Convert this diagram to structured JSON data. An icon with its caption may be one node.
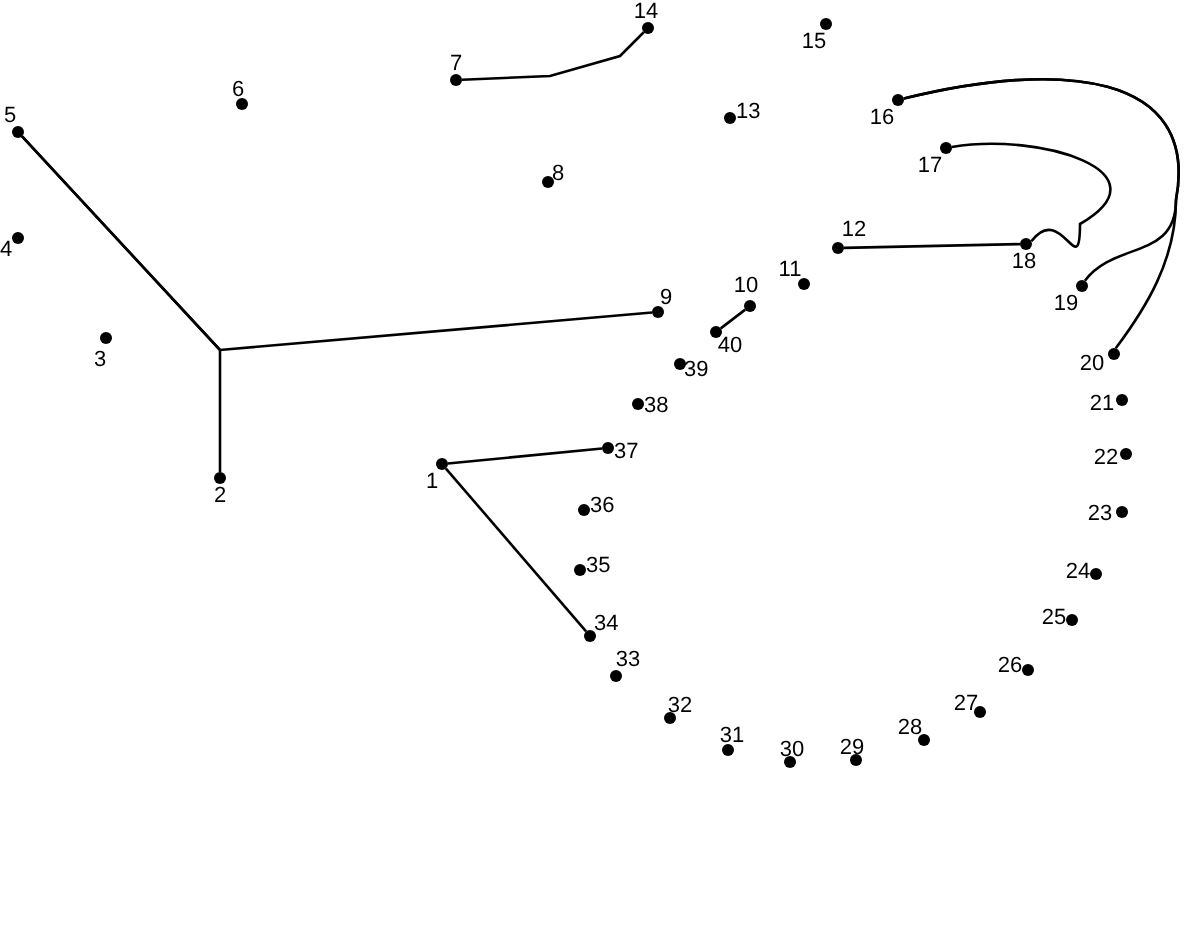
{
  "diagram": {
    "nodes": [
      {
        "text": [
          "1"
        ]
      },
      {
        "text": [
          "2"
        ]
      },
      {
        "text": [
          "3"
        ]
      },
      {
        "text": [
          "4"
        ]
      },
      {
        "text": [
          "5"
        ]
      },
      {
        "text": [
          "6"
        ]
      },
      {
        "text": [
          "7"
        ]
      },
      {
        "text": [
          "8"
        ]
      },
      {
        "text": [
          "9"
        ]
      },
      {
        "text": [
          "10"
        ]
      },
      {
        "text": [
          "11"
        ]
      },
      {
        "text": [
          "12"
        ]
      },
      {
        "text": [
          "13"
        ]
      },
      {
        "text": [
          "14"
        ]
      },
      {
        "text": [
          "15"
        ]
      },
      {
        "text": [
          "16"
        ]
      },
      {
        "text": [
          "17"
        ]
      },
      {
        "text": [
          "18"
        ]
      },
      {
        "text": [
          "19"
        ]
      },
      {
        "text": [
          "20"
        ]
      },
      {
        "text": [
          "21"
        ]
      },
      {
        "text": [
          "22"
        ]
      },
      {
        "text": [
          "23"
        ]
      },
      {
        "text": [
          "24"
        ]
      },
      {
        "text": [
          "25"
        ]
      },
      {
        "text": [
          "26"
        ]
      },
      {
        "text": [
          "27"
        ]
      },
      {
        "text": [
          "28"
        ]
      },
      {
        "text": [
          "29"
        ]
      },
      {
        "text": [
          "30"
        ]
      },
      {
        "text": [
          "31"
        ]
      },
      {
        "text": [
          "32"
        ]
      },
      {
        "text": [
          "33"
        ]
      },
      {
        "text": [
          "34"
        ]
      },
      {
        "text": [
          "35"
        ]
      },
      {
        "text": [
          "36"
        ]
      },
      {
        "text": [
          "37"
        ]
      },
      {
        "text": [
          "38"
        ]
      },
      {
        "text": [
          "39"
        ]
      },
      {
        "text": [
          "40"
        ]
      }
    ],
    "edges": [
      {
        "from": 4,
        "to": 8,
        "arrow": "none"
      },
      {
        "from": 4,
        "to": 1,
        "arrow": "none"
      },
      {
        "from": 6,
        "to": 13,
        "arrow": "none"
      },
      {
        "from": 39,
        "to": 9,
        "arrow": "none"
      },
      {
        "from": 11,
        "to": 17,
        "arrow": "none"
      },
      {
        "from": 16,
        "to": 17,
        "arrow": "none"
      },
      {
        "from": 15,
        "to": 18,
        "arrow": "none"
      },
      {
        "from": 15,
        "to": 19,
        "arrow": "none"
      },
      {
        "from": 0,
        "to": 36,
        "arrow": "none"
      },
      {
        "from": 0,
        "to": 33,
        "arrow": "none"
      }
    ]
  }
}
